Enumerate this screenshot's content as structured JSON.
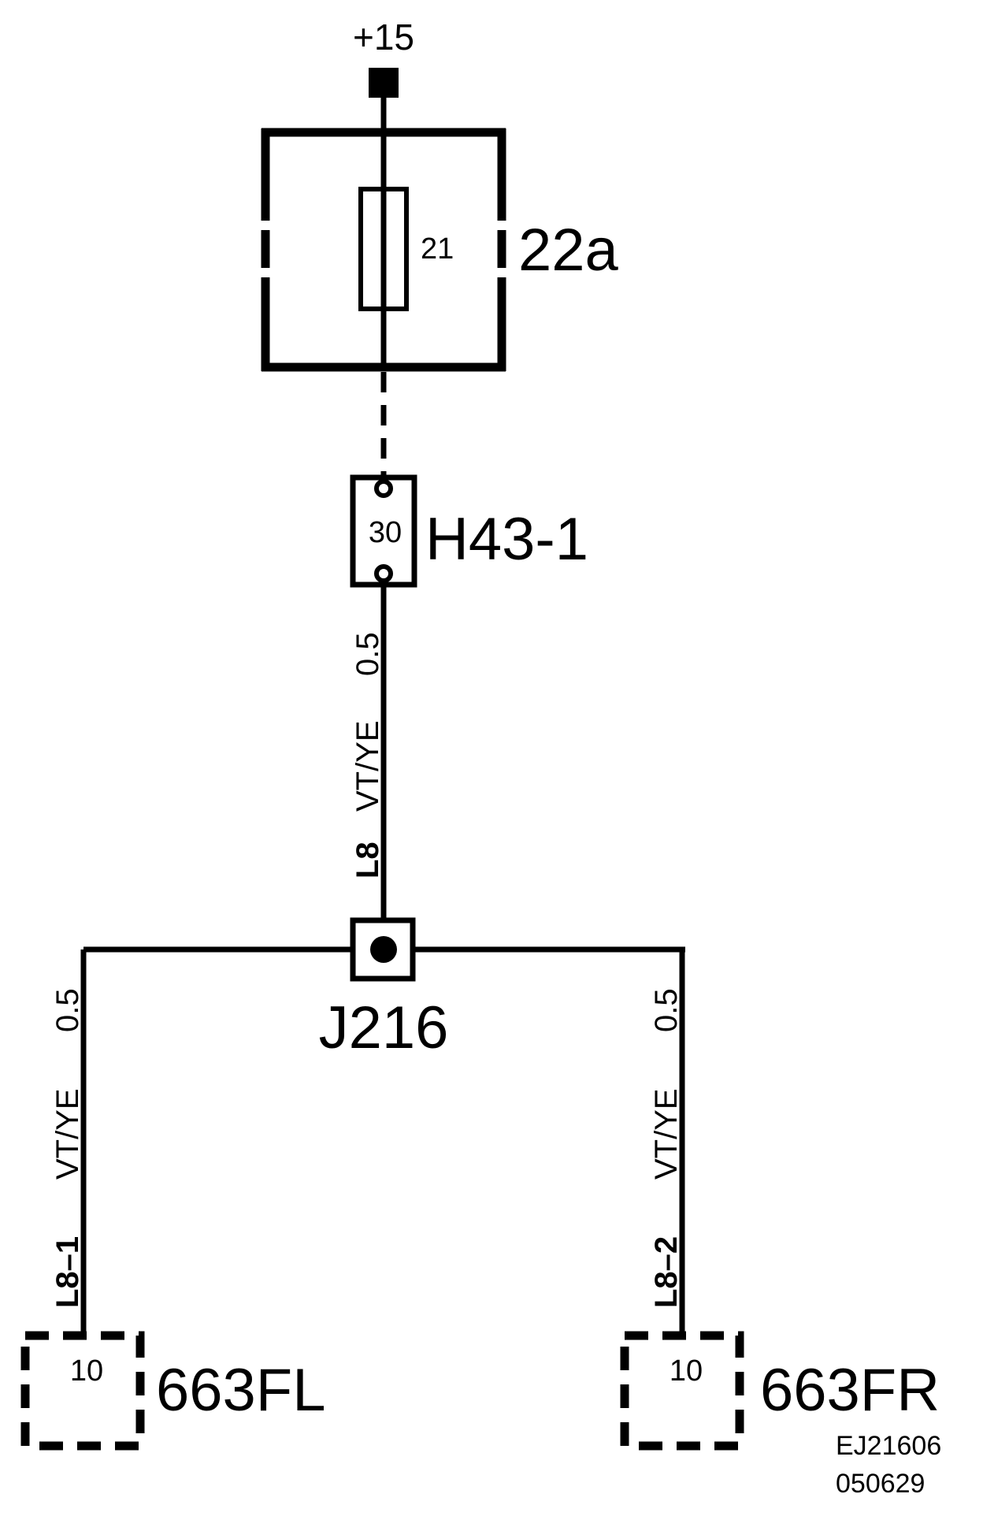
{
  "supply": {
    "label": "+15"
  },
  "fuse_box": {
    "label": "22a",
    "fuse_number": "21"
  },
  "connector_h43": {
    "label": "H43-1",
    "pin": "30"
  },
  "main_wire": {
    "size": "0.5",
    "color": "VT/YE",
    "harness": "L8"
  },
  "junction": {
    "label": "J216"
  },
  "left_branch": {
    "size": "0.5",
    "color": "VT/YE",
    "harness": "L8–1",
    "connector": "663FL",
    "pin": "10"
  },
  "right_branch": {
    "size": "0.5",
    "color": "VT/YE",
    "harness": "L8–2",
    "connector": "663FR",
    "pin": "10"
  },
  "footer": {
    "code": "EJ21606",
    "date": "050629"
  }
}
